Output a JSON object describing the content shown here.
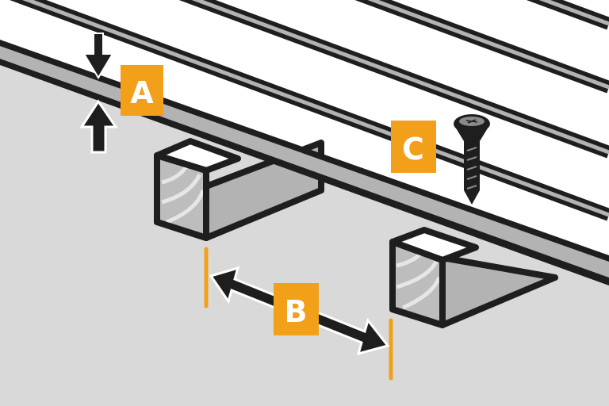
{
  "diagram": {
    "labels": {
      "a": "A",
      "b": "B",
      "c": "C"
    },
    "colors": {
      "background": "#d9d9d9",
      "deck": "#ffffff",
      "board_edge": "#b3b3b3",
      "outline": "#1e1e1e",
      "accent": "#f29f1a",
      "grain": "#bdbdbd"
    },
    "icons": [
      "arrow-down-icon",
      "arrow-up-icon",
      "double-arrow-icon",
      "screw-icon"
    ]
  }
}
